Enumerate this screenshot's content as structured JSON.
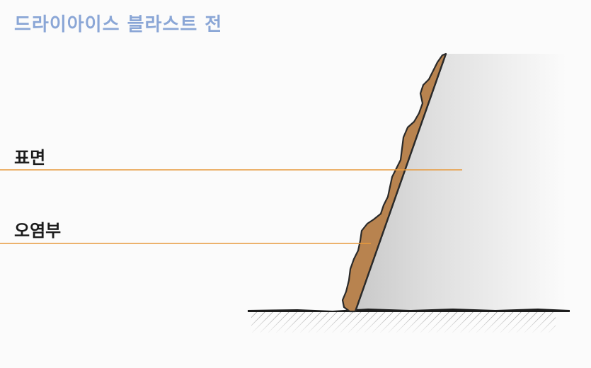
{
  "title": "드라이아이스 블라스트 전",
  "labels": {
    "surface": "표면",
    "contamination": "오염부"
  },
  "colors": {
    "title": "#8aa6d6",
    "leader_line": "#e89a3c",
    "contamination": "#b8834f",
    "outline": "#2a2a2a"
  }
}
